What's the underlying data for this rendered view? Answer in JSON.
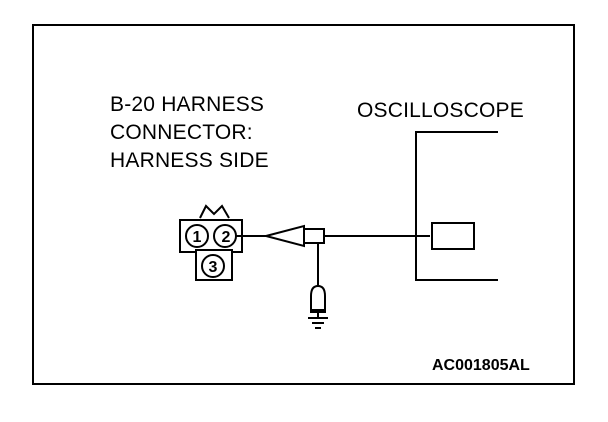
{
  "connector": {
    "label_lines": [
      "B-20 HARNESS",
      "CONNECTOR:",
      "HARNESS SIDE"
    ],
    "pins": [
      "1",
      "2",
      "3"
    ]
  },
  "oscilloscope": {
    "label": "OSCILLOSCOPE"
  },
  "figure_code": "AC001805AL",
  "colors": {
    "line": "#000000",
    "background": "#ffffff"
  }
}
